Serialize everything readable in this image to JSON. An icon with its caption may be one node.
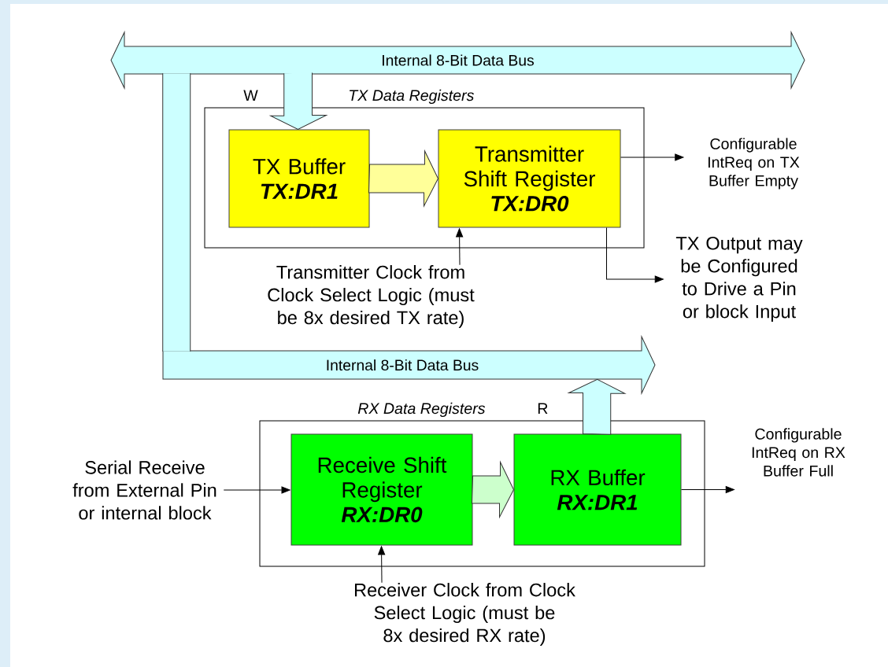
{
  "diagram": {
    "nodes": [
      {
        "text": [
          "Internal 8-Bit Data Bus"
        ]
      },
      {
        "text": [
          "TX Data Registers"
        ],
        "beside": [
          "W"
        ]
      },
      {
        "text": [
          "TX Buffer",
          "TX:DR1"
        ],
        "in": 1
      },
      {
        "text": [
          "Transmitter Shift Register",
          "TX:DR0"
        ],
        "in": 1
      },
      {
        "text": [
          "Configurable IntReq on TX Buffer Empty"
        ]
      },
      {
        "text": [
          "Transmitter Clock from Clock Select Logic (must be 8x desired TX rate)"
        ]
      },
      {
        "text": [
          "TX Output may be Configured to Drive a Pin or block Input"
        ]
      },
      {
        "text": [
          "Internal 8-Bit Data Bus"
        ]
      },
      {
        "text": [
          "RX Data Registers"
        ],
        "beside": [
          "R"
        ]
      },
      {
        "text": [
          "Serial Receive from External Pin or internal block"
        ]
      },
      {
        "text": [
          "Receive Shift Register",
          "RX:DR0"
        ],
        "in": 8
      },
      {
        "text": [
          "RX Buffer",
          "RX:DR1"
        ],
        "in": 8
      },
      {
        "text": [
          "Configurable IntReq on RX Buffer Full"
        ]
      },
      {
        "text": [
          "Receiver Clock from Clock Select Logic (must be 8x desired RX rate)"
        ]
      }
    ],
    "edges": [
      {
        "from": 0,
        "to": 7,
        "arrow": "none",
        "style": "thick"
      },
      {
        "from": 0,
        "to": 2,
        "arrow": "to",
        "style": "thick"
      },
      {
        "from": 2,
        "to": 3,
        "arrow": "to",
        "style": "thick",
        "color": "#ffff99"
      },
      {
        "from": 3,
        "to": 4,
        "arrow": "to"
      },
      {
        "from": 5,
        "to": 3,
        "arrow": "to"
      },
      {
        "from": 3,
        "to": 6,
        "arrow": "to"
      },
      {
        "from": 11,
        "to": 7,
        "arrow": "to",
        "style": "thick"
      },
      {
        "from": 10,
        "to": 11,
        "arrow": "to",
        "style": "thick",
        "color": "#ccffcc"
      },
      {
        "from": 9,
        "to": 10,
        "arrow": "to"
      },
      {
        "from": 11,
        "to": 12,
        "arrow": "to"
      },
      {
        "from": 13,
        "to": 10,
        "arrow": "to"
      }
    ]
  }
}
